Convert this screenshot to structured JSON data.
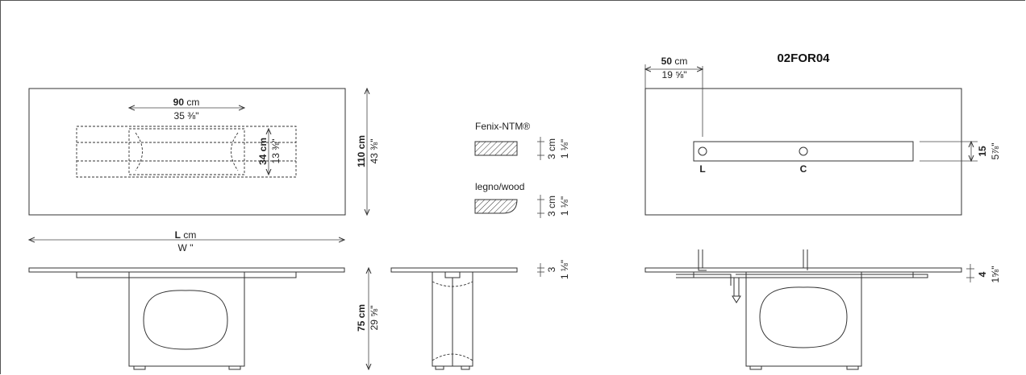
{
  "model_code": "02FOR04",
  "top_view": {
    "inner_dim_value": "90",
    "inner_dim_unit": "cm",
    "inner_dim_inch": "35 ⅜\"",
    "depth_cm": "34 cm",
    "depth_inch": "13 ⅜\"",
    "width_cm": "110 cm",
    "width_inch": "43 ⅜\""
  },
  "length_label": {
    "symbol": "L",
    "unit": "cm",
    "inch": "W \""
  },
  "height": {
    "cm": "75 cm",
    "inch": "29 ⅝\""
  },
  "materials": [
    {
      "name": "Fenix-NTM®",
      "cm": "3 cm",
      "inch": "1 ⅛\""
    },
    {
      "name": "legno/wood",
      "cm": "3 cm",
      "inch": "1 ⅛\""
    }
  ],
  "side_view": {
    "top_cm": "3",
    "top_inch": "1 ⅛\""
  },
  "wiring_view": {
    "offset_value": "50",
    "offset_unit": "cm",
    "offset_inch": "19 ⅝\"",
    "channel_cm": "15",
    "channel_inch": "5⅞\"",
    "port_left": "L",
    "port_center": "C",
    "front_cm": "4",
    "front_inch": "1⅝\""
  }
}
